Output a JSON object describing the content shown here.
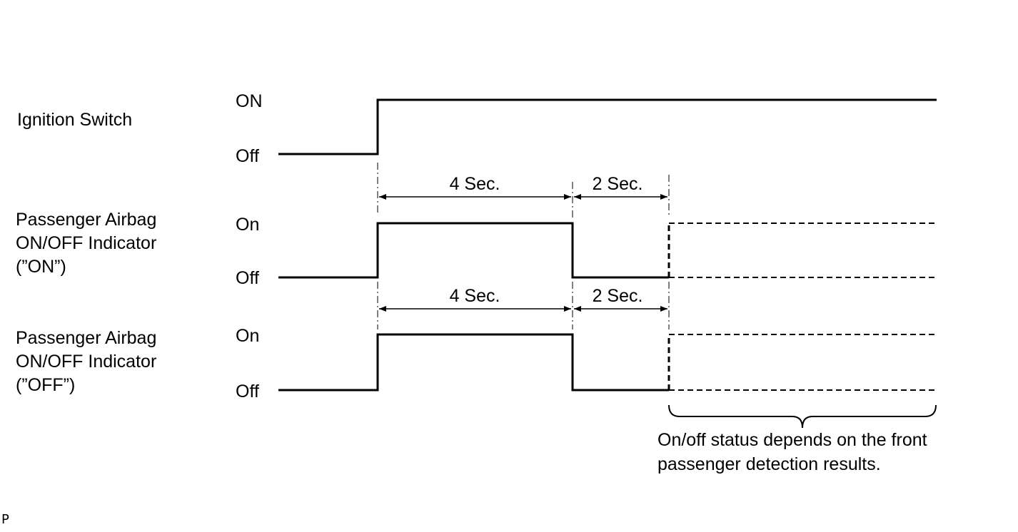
{
  "signals": [
    {
      "name": "Ignition Switch",
      "high_label": "ON",
      "low_label": "Off"
    },
    {
      "name": [
        "Passenger Airbag",
        "ON/OFF Indicator",
        "(”ON”)"
      ],
      "high_label": "On",
      "low_label": "Off"
    },
    {
      "name": [
        "Passenger Airbag",
        "ON/OFF Indicator",
        "(”OFF”)"
      ],
      "high_label": "On",
      "low_label": "Off"
    }
  ],
  "durations": [
    {
      "label": "4 Sec."
    },
    {
      "label": "2 Sec."
    },
    {
      "label": "4 Sec."
    },
    {
      "label": "2 Sec."
    }
  ],
  "note": [
    "On/off status depends on the front",
    "passenger detection results."
  ],
  "corner_mark": "P"
}
